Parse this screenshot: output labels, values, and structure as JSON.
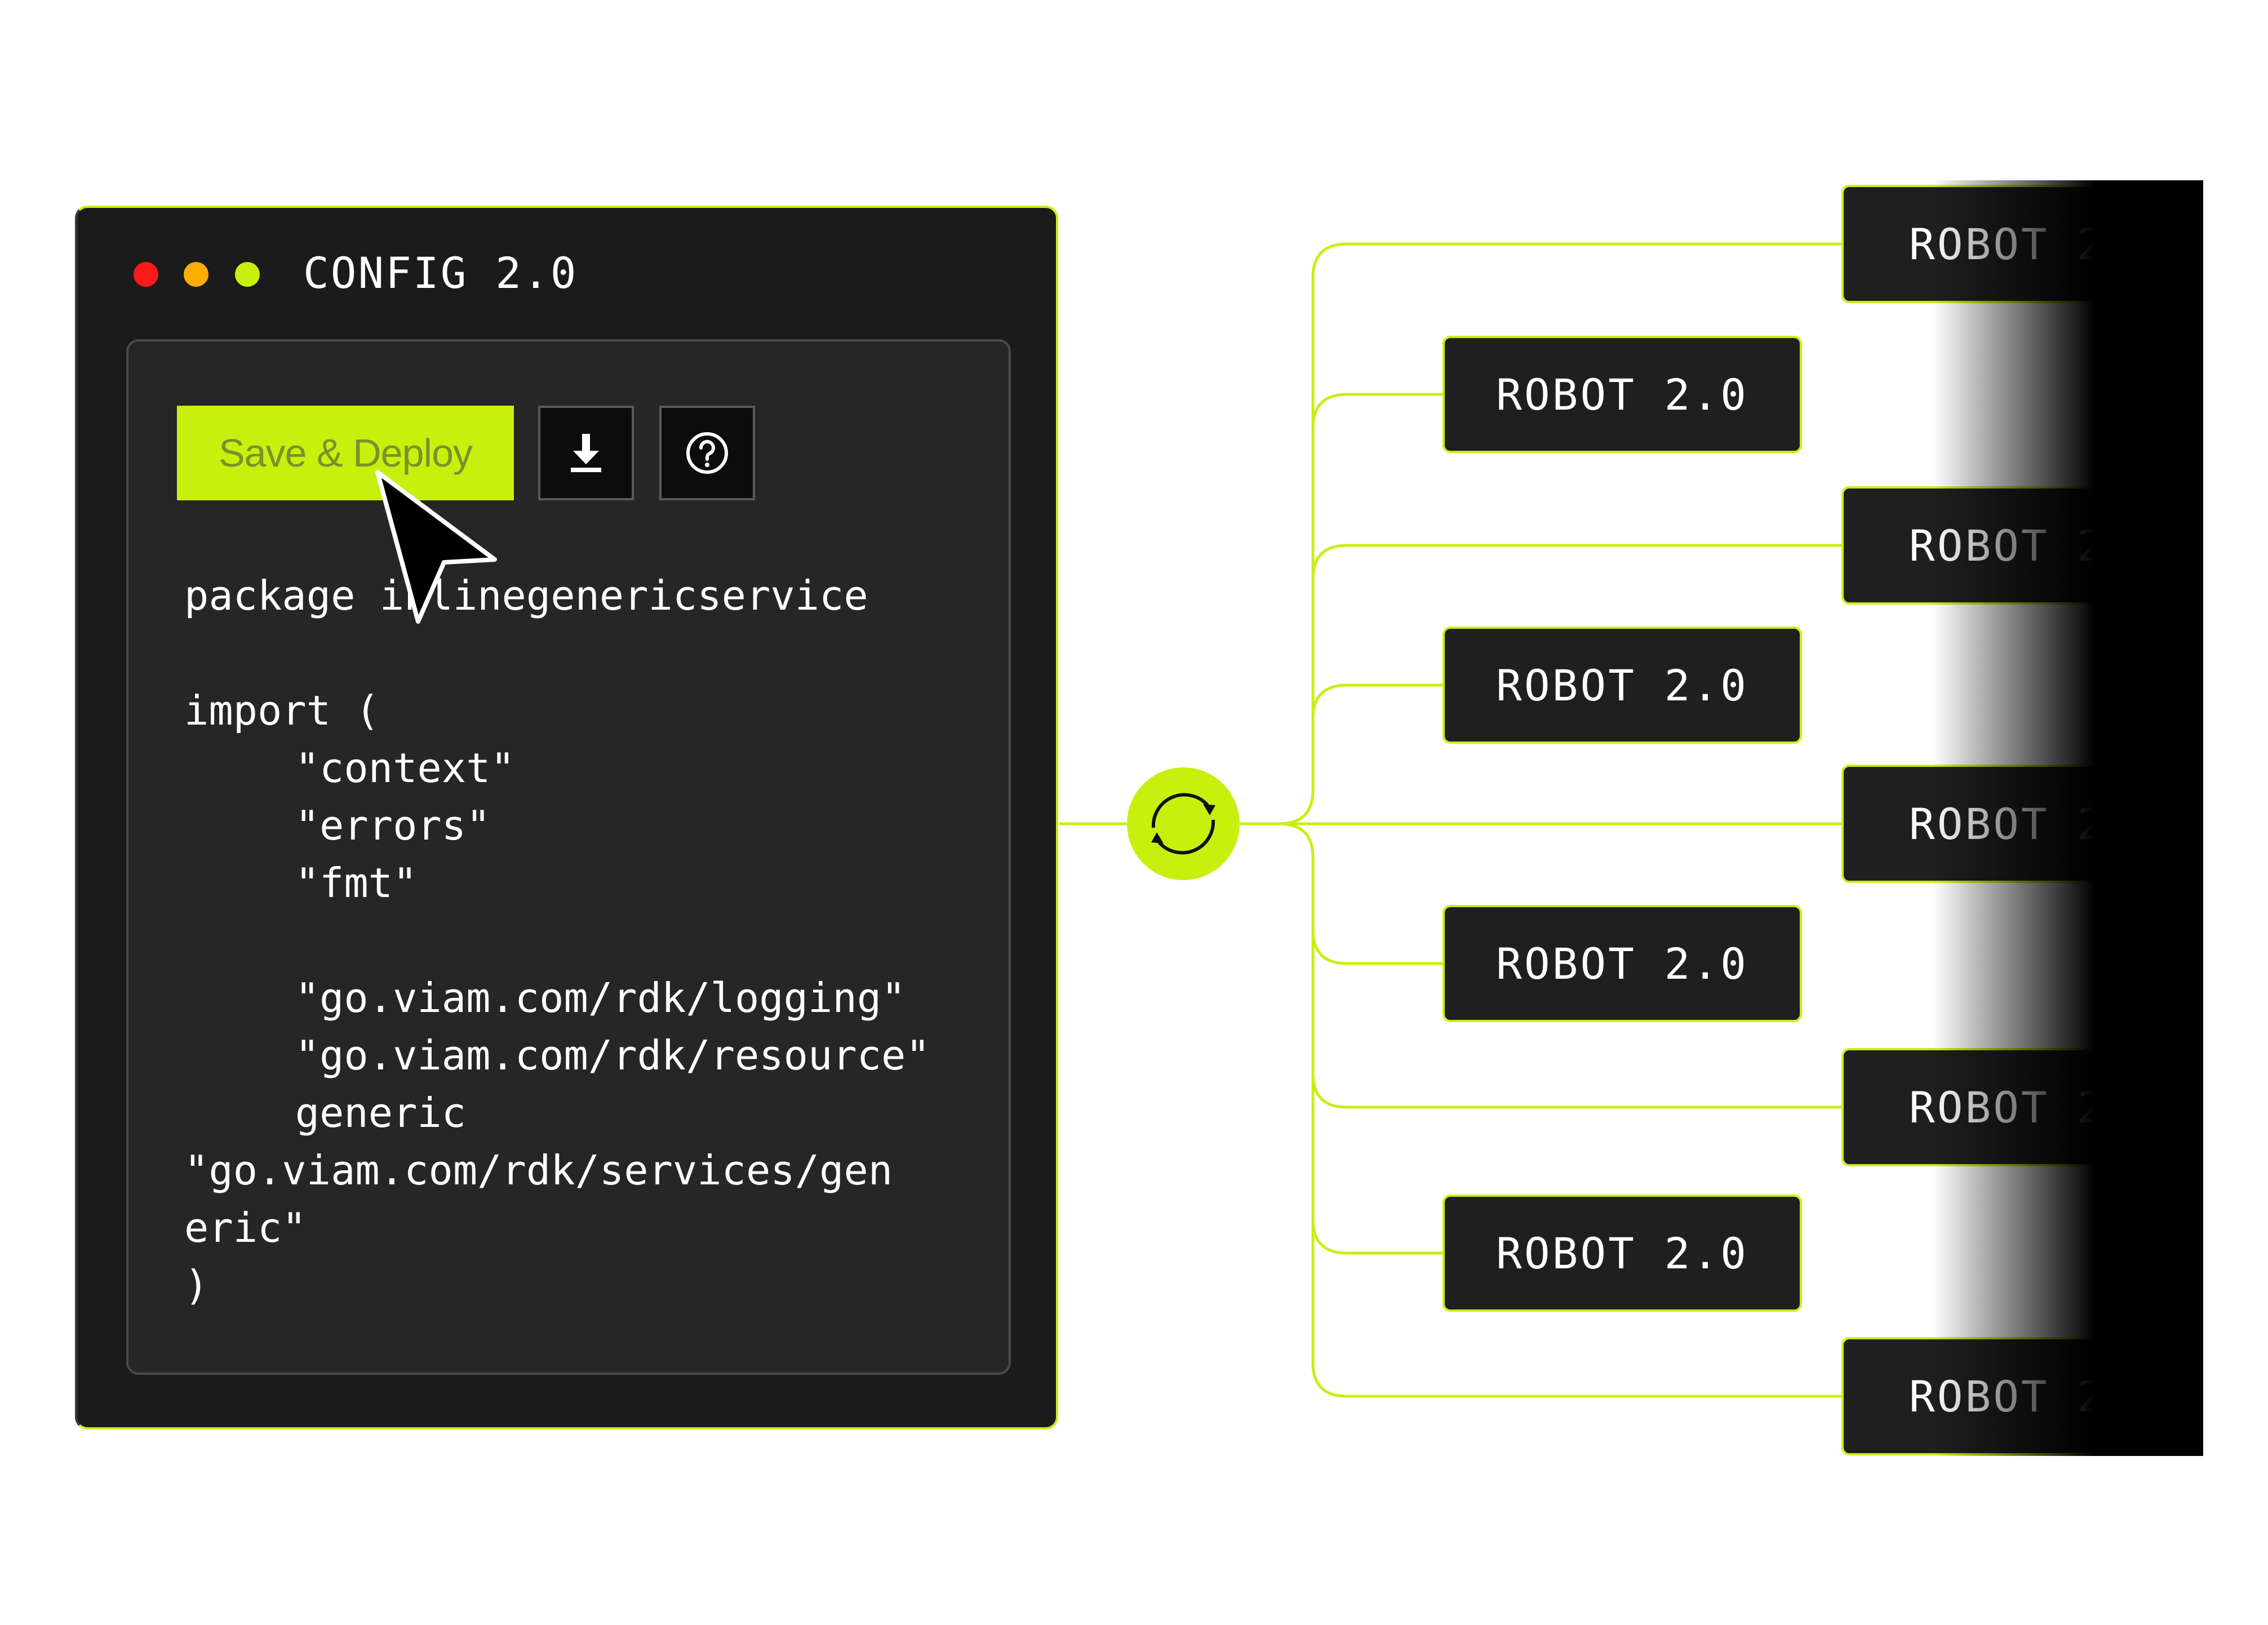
{
  "colors": {
    "accent": "#c7f00f",
    "dot_red": "#ff1a1a",
    "dot_orange": "#ffae00",
    "dot_green": "#c7f00f",
    "button_text": "#7e8f2a"
  },
  "window": {
    "title": "CONFIG 2.0",
    "deploy_button_label": "Save & Deploy",
    "download_icon": "download-icon",
    "help_icon": "help-icon"
  },
  "code": {
    "lines": [
      "package inlinegenericservice",
      "import (",
      "  \"context\"",
      "  \"errors\"",
      "  \"fmt\"",
      "  \"go.viam.com/rdk/logging\"",
      "  \"go.viam.com/rdk/resource\"",
      "  generic",
      "\"go.viam.com/rdk/services/gen",
      "eric\"",
      ")"
    ]
  },
  "hub": {
    "icon": "sync-icon"
  },
  "robots": {
    "inner_label": "ROBOT 2.0",
    "outer_label": "ROBOT 2.0"
  }
}
